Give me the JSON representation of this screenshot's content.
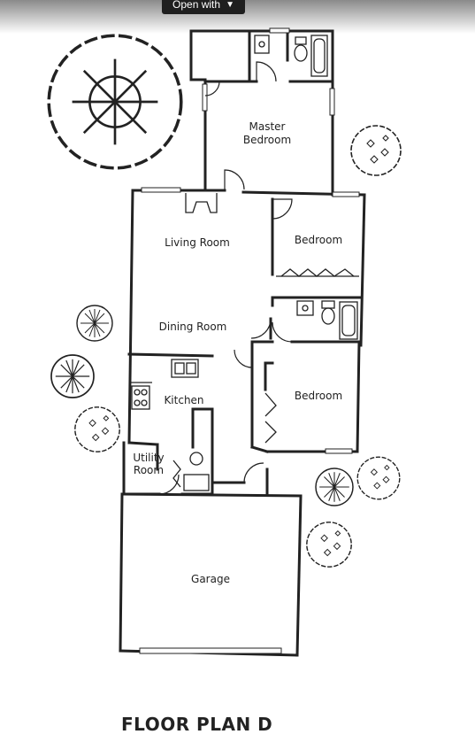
{
  "toolbar": {
    "open_with_label": "Open with"
  },
  "rooms": {
    "master_bedroom_line1": "Master",
    "master_bedroom_line2": "Bedroom",
    "living_room": "Living Room",
    "bedroom_1": "Bedroom",
    "dining_room": "Dining Room",
    "kitchen": "Kitchen",
    "bedroom_2": "Bedroom",
    "utility_room_line1": "Utility",
    "utility_room_line2": "Room",
    "garage": "Garage"
  },
  "title": "FLOOR PLAN D"
}
